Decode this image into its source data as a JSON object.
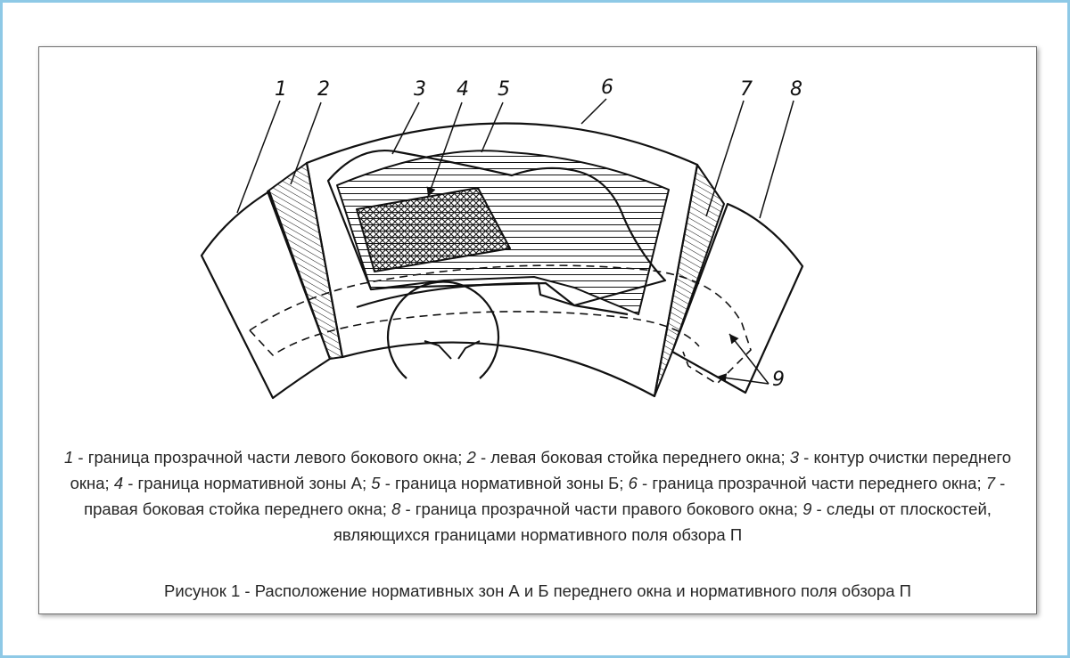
{
  "diagram": {
    "callouts": [
      "1",
      "2",
      "3",
      "4",
      "5",
      "6",
      "7",
      "8",
      "9"
    ]
  },
  "legend": [
    {
      "num": "1",
      "text": " - граница прозрачной части левого бокового окна; "
    },
    {
      "num": "2",
      "text": " - левая боковая стойка переднего окна; "
    },
    {
      "num": "3",
      "text": " - контур очистки переднего окна; "
    },
    {
      "num": "4",
      "text": " - граница нормативной зоны А; "
    },
    {
      "num": "5",
      "text": " - граница нормативной зоны Б; "
    },
    {
      "num": "6",
      "text": " - граница прозрачной части переднего окна; "
    },
    {
      "num": "7",
      "text": " - правая боковая стойка переднего окна; "
    },
    {
      "num": "8",
      "text": " - граница прозрачной части правого бокового окна; "
    },
    {
      "num": "9",
      "text": " - следы от плоскостей, являющихся границами нормативного поля обзора П"
    }
  ],
  "figure_title": "Рисунок 1 - Расположение нормативных зон А и Б переднего окна и нормативного поля обзора П",
  "colors": {
    "frame_border": "#8ec9e6",
    "card_border": "#6f6f6f",
    "ink": "#111111"
  }
}
